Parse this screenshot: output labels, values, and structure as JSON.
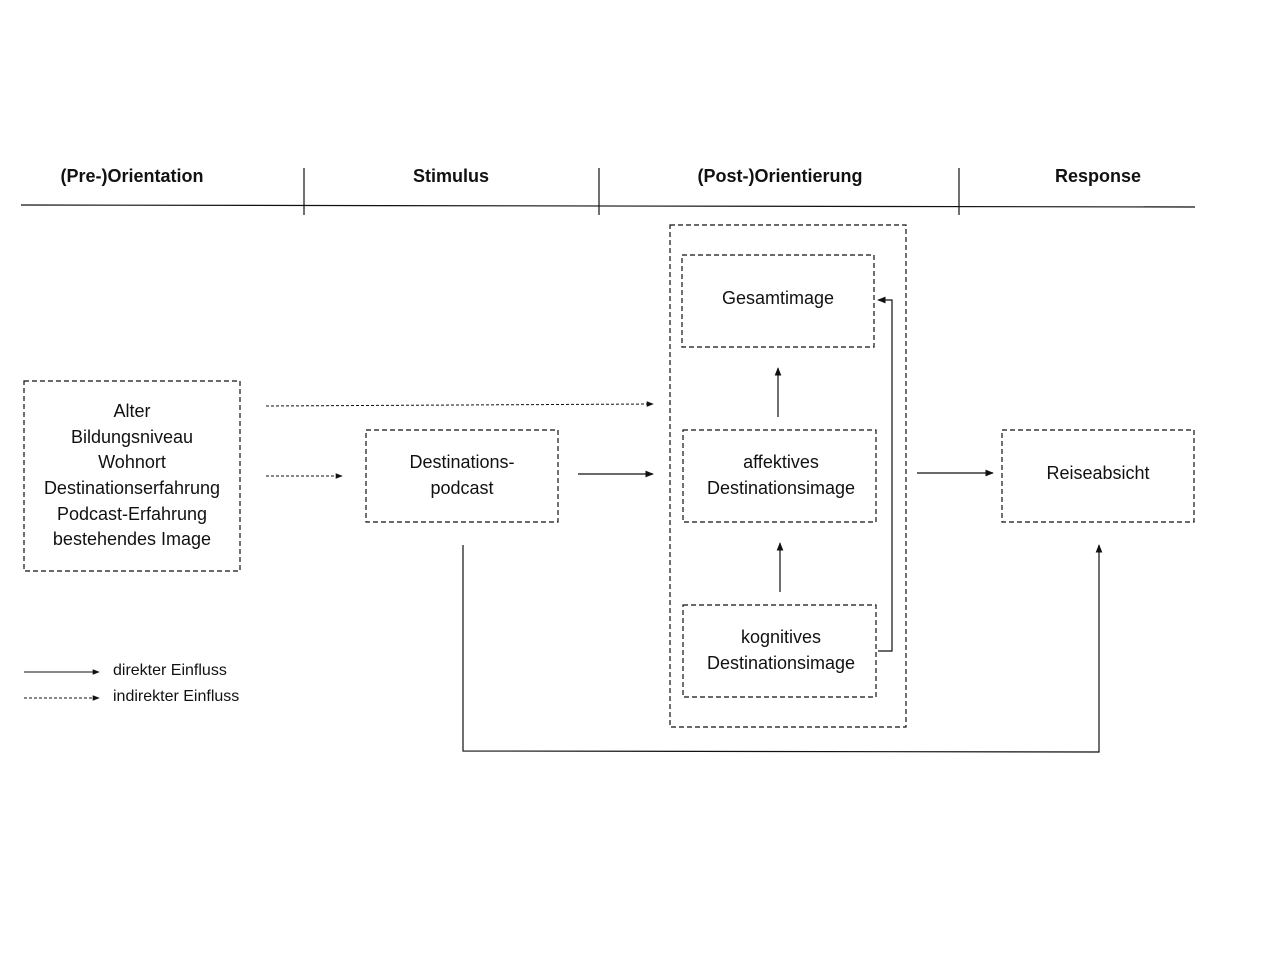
{
  "phases": [
    {
      "label": "(Pre-)Orientation"
    },
    {
      "label": "Stimulus"
    },
    {
      "label": "(Post-)Orientierung"
    },
    {
      "label": "Response"
    }
  ],
  "nodes": {
    "predictors": {
      "lines": [
        "Alter",
        "Bildungsniveau",
        "Wohnort",
        "Destinationserfahrung",
        "Podcast-Erfahrung",
        "bestehendes Image"
      ]
    },
    "podcast": {
      "lines": [
        "Destinations-",
        "podcast"
      ]
    },
    "gesamtimage": {
      "lines": [
        "Gesamtimage"
      ]
    },
    "affektiv": {
      "lines": [
        "affektives",
        "Destinationsimage"
      ]
    },
    "kognitiv": {
      "lines": [
        "kognitives",
        "Destinationsimage"
      ]
    },
    "reiseabsicht": {
      "lines": [
        "Reiseabsicht"
      ]
    }
  },
  "legend": {
    "direct": "direkter Einfluss",
    "indirect": "indirekter Einfluss"
  },
  "colors": {
    "line": "#111111",
    "background": "#ffffff"
  }
}
